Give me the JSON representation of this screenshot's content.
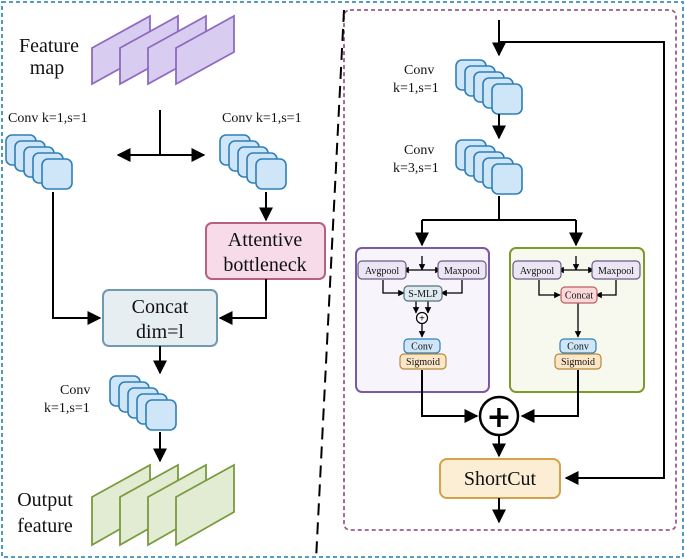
{
  "left_panel": {
    "feature_map_line1": "Feature",
    "feature_map_line2": "map",
    "conv_left_label": "Conv k=1,s=1",
    "conv_right_label": "Conv k=1,s=1",
    "attentive_line1": "Attentive",
    "attentive_line2": "bottleneck",
    "concat_line1": "Concat",
    "concat_line2": "dim=l",
    "conv_bottom_line1": "Conv",
    "conv_bottom_line2": "k=1,s=1",
    "output_line1": "Output",
    "output_line2": "feature"
  },
  "right_panel": {
    "conv1_line1": "Conv",
    "conv1_line2": "k=1,s=1",
    "conv2_line1": "Conv",
    "conv2_line2": "k=3,s=1",
    "purple_block": {
      "avgpool": "Avgpool",
      "maxpool": "Maxpool",
      "smlp": "S-MLP",
      "add_symbol": "+",
      "conv": "Conv",
      "sigmoid": "Sigmoid"
    },
    "green_block": {
      "avgpool": "Avgpool",
      "maxpool": "Maxpool",
      "concat": "Concat",
      "conv": "Conv",
      "sigmoid": "Sigmoid"
    },
    "sum_symbol": "+",
    "shortcut": "ShortCut"
  },
  "colors": {
    "outer_border": "#3b8fbf",
    "right_border": "#9c5c86",
    "feature_map_fill": "#d8cdf0",
    "feature_map_stroke": "#8e6bbf",
    "conv_fill": "#cfe6f8",
    "conv_stroke": "#2f7fb8",
    "attentive_fill": "#f7dbe8",
    "attentive_stroke": "#b8607f",
    "concat_fill": "#e6eef2",
    "concat_stroke": "#6e9bb0",
    "output_fill": "#e2ecd2",
    "output_stroke": "#7a9a3e",
    "purple_block_stroke": "#7a59a8",
    "green_block_stroke": "#7f9a2b",
    "shortcut_fill": "#fbeed5",
    "shortcut_stroke": "#d4a24a"
  }
}
